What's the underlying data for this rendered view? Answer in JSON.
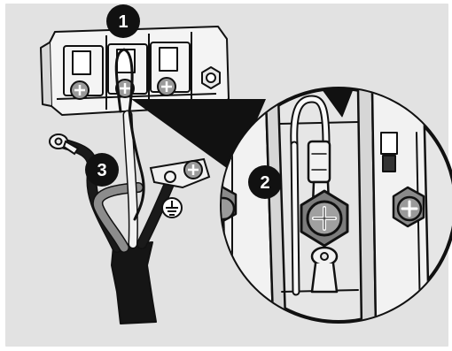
{
  "figure": {
    "callouts": [
      {
        "id": "callout-1",
        "number": "1"
      },
      {
        "id": "callout-2",
        "number": "2"
      },
      {
        "id": "callout-3",
        "number": "3"
      }
    ],
    "icons": [
      "terminal-block-icon",
      "screw-icon",
      "ground-symbol-icon",
      "power-cord-icon",
      "magnifier-circle-icon"
    ],
    "colors": {
      "background": "#e2e2e2",
      "line": "#111111",
      "callout_fill": "#111111",
      "callout_text": "#ffffff"
    }
  }
}
